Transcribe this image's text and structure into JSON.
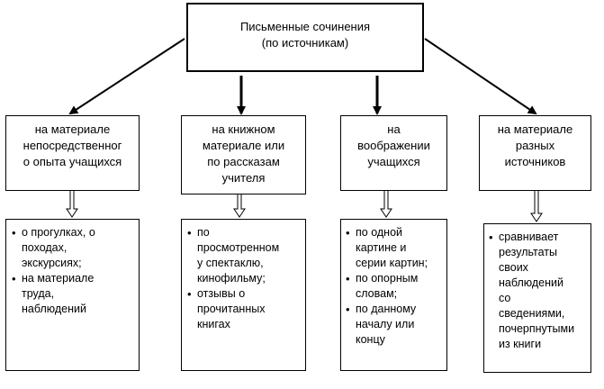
{
  "root": {
    "lines": [
      "Письменные сочинения",
      "(по источникам)"
    ]
  },
  "categories": [
    {
      "title_lines": [
        "на материале",
        "непосредственног",
        "о опыта учащихся"
      ],
      "items": [
        {
          "lines": [
            "о прогулках, о",
            "походах,",
            "экскурсиях;"
          ]
        },
        {
          "lines": [
            "на материале",
            "труда,",
            "наблюдений"
          ]
        }
      ]
    },
    {
      "title_lines": [
        "на книжном",
        "материале или",
        "по рассказам",
        "учителя"
      ],
      "items": [
        {
          "lines": [
            "по",
            "просмотренном",
            "у спектаклю,",
            "кинофильму;"
          ]
        },
        {
          "lines": [
            " отзывы о",
            "прочитанных",
            "книгах"
          ]
        }
      ]
    },
    {
      "title_lines": [
        "на",
        "воображении",
        "учащихся"
      ],
      "items": [
        {
          "lines": [
            "по одной",
            "картине и",
            "серии картин;"
          ]
        },
        {
          "lines": [
            "по опорным",
            "словам;"
          ]
        },
        {
          "lines": [
            "по данному",
            "началу или",
            "концу"
          ]
        }
      ]
    },
    {
      "title_lines": [
        "на материале",
        "разных",
        "источников"
      ],
      "items": [
        {
          "lines": [
            "сравнивает",
            "результаты",
            "своих",
            "наблюдений",
            "со",
            "сведениями,",
            "почерпнутыми",
            "из книги"
          ]
        }
      ]
    }
  ]
}
